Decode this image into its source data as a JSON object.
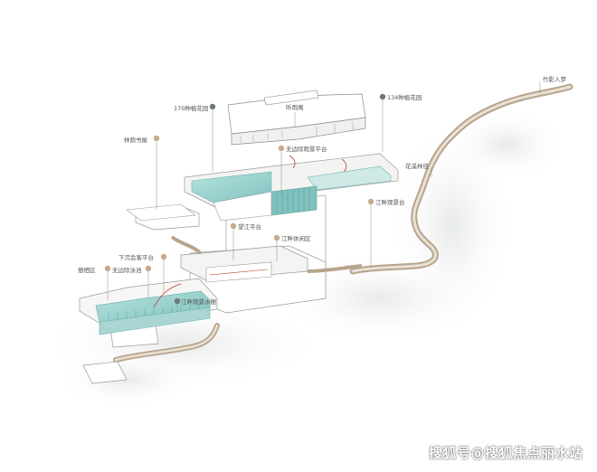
{
  "labels": {
    "bamboo_entry": "竹影入梦",
    "flower_path": "花溪林径",
    "garden_170": "170种植花园",
    "garden_134": "134种植花园",
    "rain_shelter": "听雨阁",
    "infinity_terrace": "无边际观景平台",
    "forest_reading": "林荫书屋",
    "river_view": "江畔观景台",
    "viewing_platform": "望江平台",
    "river_leisure": "江畔休闲区",
    "sunken_terrace": "下沉会客平台",
    "sitting_area": "憩栖区",
    "infinity_pool": "无边际泳池",
    "river_water_pavilion": "江畔观景水榭"
  },
  "watermark": "搜狐号@搜狐焦点丽水站",
  "colors": {
    "water": "#9fd6d2",
    "water_dark": "#6fb5b3",
    "path": "#b8a48c",
    "leader_line": "#8a8a8a",
    "marker": "#6d7b76",
    "marker_warm": "#c9a98c",
    "accent_path": "#c0392b"
  }
}
